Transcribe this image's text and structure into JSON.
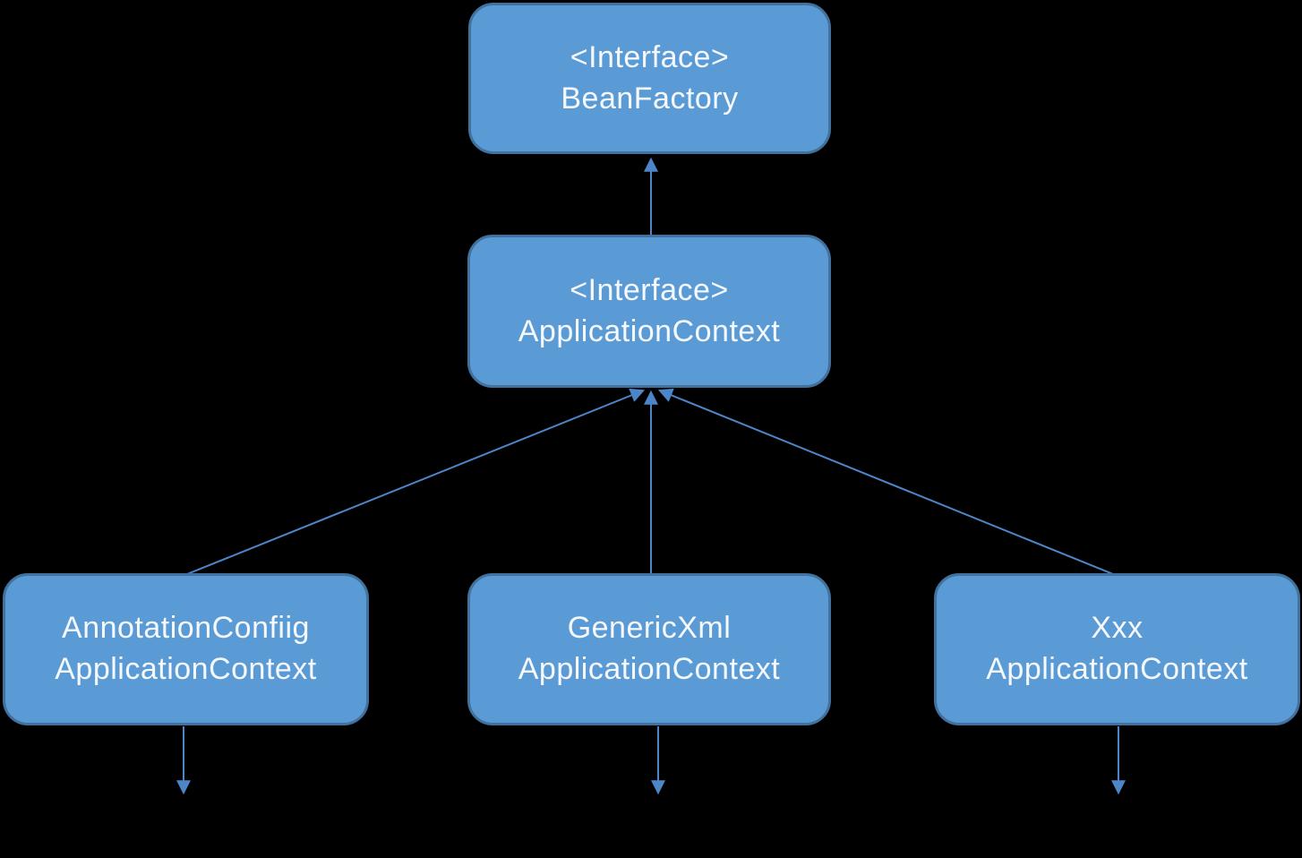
{
  "theme": {
    "background": "#000000",
    "node_fill": "#5b9bd5",
    "node_border": "#41719c",
    "arrow_color": "#4d86c8",
    "text_color": "#f5f8fc"
  },
  "nodes": [
    {
      "id": "bean-factory",
      "line1": "<Interface>",
      "line2": "BeanFactory"
    },
    {
      "id": "application-context",
      "line1": "<Interface>",
      "line2": "ApplicationContext"
    },
    {
      "id": "annotation-confiig",
      "line1": "AnnotationConfiig",
      "line2": "ApplicationContext"
    },
    {
      "id": "generic-xml",
      "line1": "GenericXml",
      "line2": "ApplicationContext"
    },
    {
      "id": "xxx",
      "line1": "Xxx",
      "line2": "ApplicationContext"
    }
  ],
  "edges": [
    {
      "from": "application-context",
      "to": "bean-factory",
      "type": "arrow-up"
    },
    {
      "from": "annotation-confiig",
      "to": "application-context",
      "type": "arrow-up"
    },
    {
      "from": "generic-xml",
      "to": "application-context",
      "type": "arrow-up"
    },
    {
      "from": "xxx",
      "to": "application-context",
      "type": "arrow-up"
    },
    {
      "from": "annotation-confiig",
      "to": "",
      "type": "arrow-down-dangling"
    },
    {
      "from": "generic-xml",
      "to": "",
      "type": "arrow-down-dangling"
    },
    {
      "from": "xxx",
      "to": "",
      "type": "arrow-down-dangling"
    }
  ]
}
